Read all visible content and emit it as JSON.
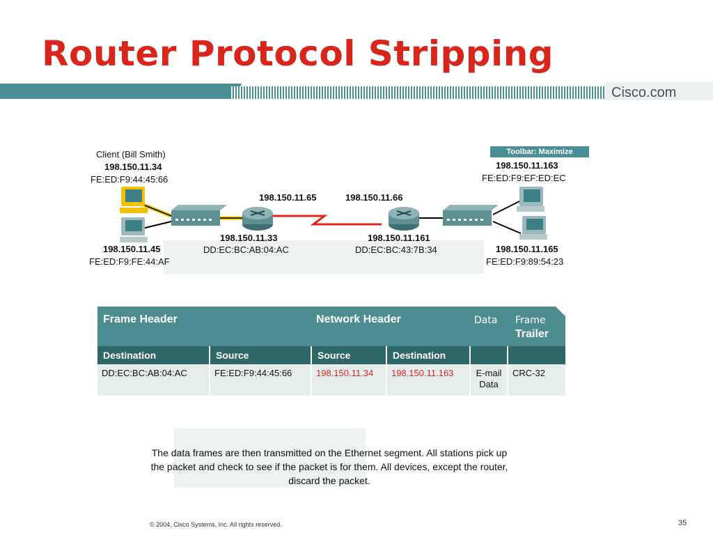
{
  "slide": {
    "title": "Router Protocol Stripping",
    "brand": "Cisco.com",
    "toolbar": "Toolbar: Maximize",
    "footer": "© 2004, Cisco Systems, Inc. All rights reserved.",
    "page_number": "35"
  },
  "diagram": {
    "client_name": "Client (Bill Smith)",
    "client_ip": "198.150.11.34",
    "client_mac": "FE:ED:F9:44:45:66",
    "host2_ip": "198.150.11.45",
    "host2_mac": "FE:ED:F9:FE:44:AF",
    "router1_wan_ip": "198.150.11.65",
    "router2_wan_ip": "198.150.11.66",
    "router1_lan_ip": "198.150.11.33",
    "router1_mac": "DD:EC:BC:AB:04:AC",
    "router2_lan_ip": "198.150.11.161",
    "router2_mac": "DD:EC:BC:43:7B:34",
    "host3_ip": "198.150.11.163",
    "host3_mac": "FE:ED:F9:EF:ED:EC",
    "host4_ip": "198.150.11.165",
    "host4_mac": "FE:ED:F9:89:54:23"
  },
  "frame_table": {
    "group_headers": {
      "frame_header": "Frame Header",
      "network_header": "Network Header",
      "data": "Data",
      "frame_trailer_1": "Frame",
      "frame_trailer_2": "Trailer"
    },
    "columns": [
      "Destination",
      "Source",
      "Source",
      "Destination"
    ],
    "row": {
      "dest_mac": "DD:EC:BC:AB:04:AC",
      "src_mac": "FE:ED:F9:44:45:66",
      "src_ip": "198.150.11.34",
      "dest_ip": "198.150.11.163",
      "data_1": "E-mail",
      "data_2": "Data",
      "trailer": "CRC-32"
    }
  },
  "caption": {
    "line1": "The data frames are then transmitted on the Ethernet segment. All stations pick up",
    "line2": "the packet and check to see if the packet is for them. All devices, except the router,",
    "line3": "discard the packet."
  },
  "colors": {
    "title": "#d9261c",
    "teal": "#4a8f95",
    "dark_teal": "#2f6668",
    "highlight_red": "#e0261c",
    "active_link": "#f2c200"
  }
}
